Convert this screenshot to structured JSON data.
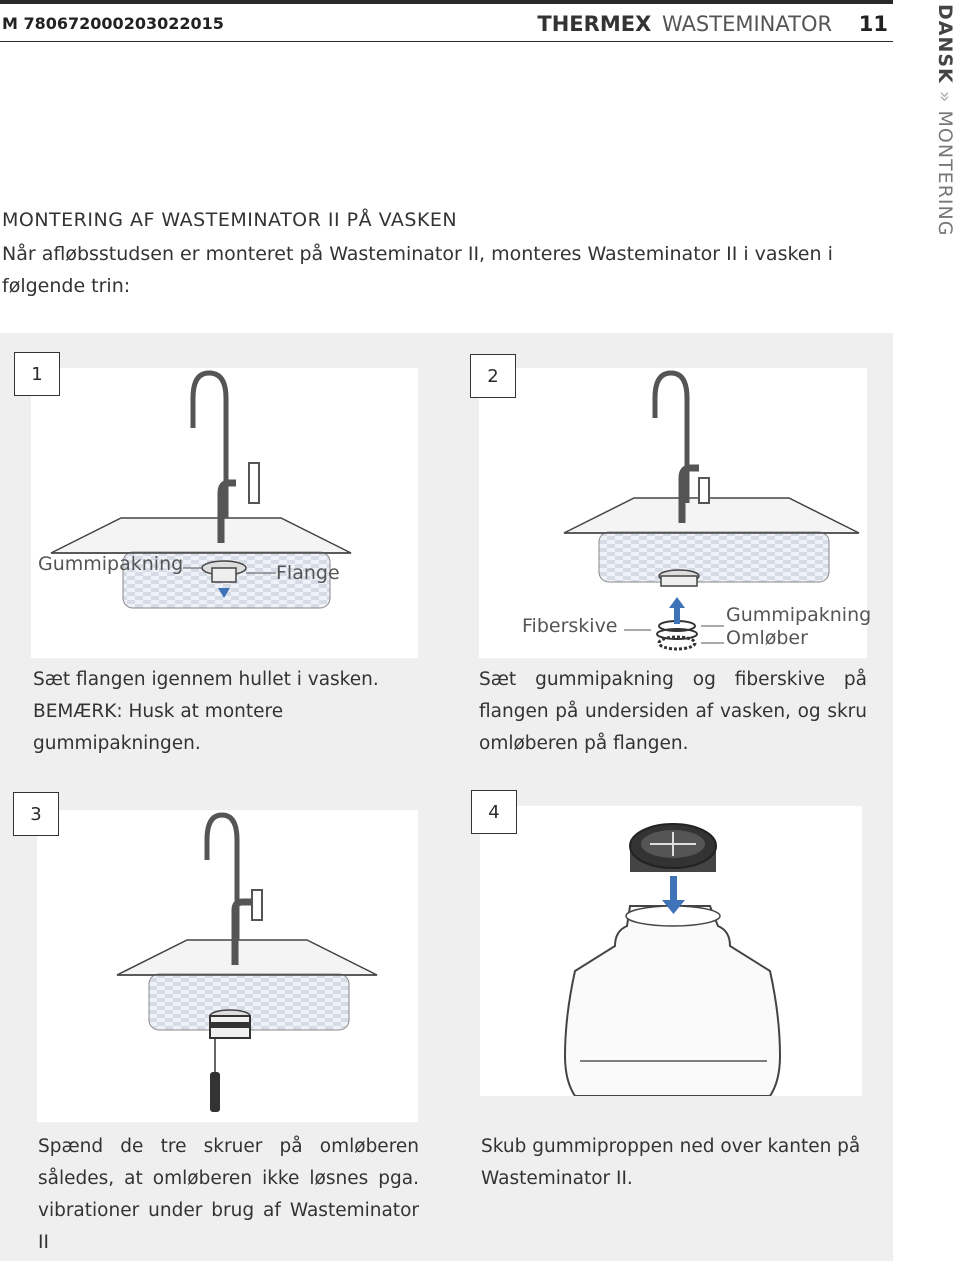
{
  "header": {
    "doc_id": "M 780672000203022015",
    "brand": "THERMEX",
    "product": "WASTEMINATOR",
    "page_number": "11"
  },
  "side_tab": {
    "language": "DANSK",
    "separator": "»",
    "section": "MONTERING"
  },
  "section": {
    "heading": "MONTERING AF WASTEMINATOR II PÅ VASKEN",
    "intro": "Når afløbsstudsen er monteret på Wasteminator II, monteres Wasteminator II i vasken i følgende trin:"
  },
  "steps": [
    {
      "number": "1",
      "labels": {
        "gasket": "Gummipakning",
        "flange": "Flange"
      },
      "caption_line1": "Sæt flangen igennem hullet i vasken.",
      "caption_line2": "BEMÆRK: Husk at montere gummipakningen."
    },
    {
      "number": "2",
      "labels": {
        "fiber": "Fiberskive",
        "gasket": "Gummipakning",
        "ring": "Omløber"
      },
      "caption": "Sæt gummipakning og fiberskive på flangen på undersiden af vasken, og skru omløberen på flangen."
    },
    {
      "number": "3",
      "caption": "Spænd de tre skruer på omløberen således, at omløberen ikke løsnes pga. vibrationer under brug af Wasteminator II"
    },
    {
      "number": "4",
      "caption": "Skub gummiproppen ned over kanten på Wasteminator II."
    }
  ],
  "colors": {
    "panel": "#efefef",
    "arrow": "#3f73b8",
    "text": "#2b2b2b"
  }
}
